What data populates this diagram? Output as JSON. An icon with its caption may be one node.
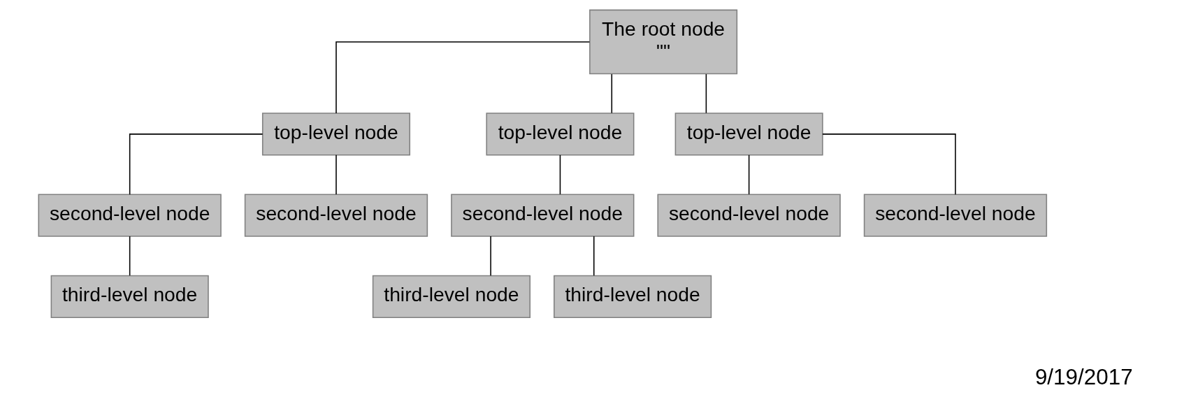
{
  "diagram": {
    "nodes": [
      {
        "text": [
          "The root node",
          "\"\""
        ]
      },
      {
        "text": [
          "top-level node"
        ]
      },
      {
        "text": [
          "top-level node"
        ]
      },
      {
        "text": [
          "top-level node"
        ]
      },
      {
        "text": [
          "second-level node"
        ]
      },
      {
        "text": [
          "second-level node"
        ]
      },
      {
        "text": [
          "second-level node"
        ]
      },
      {
        "text": [
          "second-level node"
        ]
      },
      {
        "text": [
          "second-level node"
        ]
      },
      {
        "text": [
          "third-level node"
        ]
      },
      {
        "text": [
          "third-level node"
        ]
      },
      {
        "text": [
          "third-level node"
        ]
      }
    ],
    "edges": [
      {
        "from": 0,
        "to": 1,
        "arrow": "none"
      },
      {
        "from": 0,
        "to": 2,
        "arrow": "none"
      },
      {
        "from": 0,
        "to": 3,
        "arrow": "none"
      },
      {
        "from": 1,
        "to": 4,
        "arrow": "none"
      },
      {
        "from": 1,
        "to": 5,
        "arrow": "none"
      },
      {
        "from": 2,
        "to": 6,
        "arrow": "none"
      },
      {
        "from": 3,
        "to": 7,
        "arrow": "none"
      },
      {
        "from": 3,
        "to": 8,
        "arrow": "none"
      },
      {
        "from": 4,
        "to": 9,
        "arrow": "none"
      },
      {
        "from": 6,
        "to": 10,
        "arrow": "none"
      },
      {
        "from": 6,
        "to": 11,
        "arrow": "none"
      }
    ],
    "labels": [
      "9/19/2017"
    ]
  }
}
